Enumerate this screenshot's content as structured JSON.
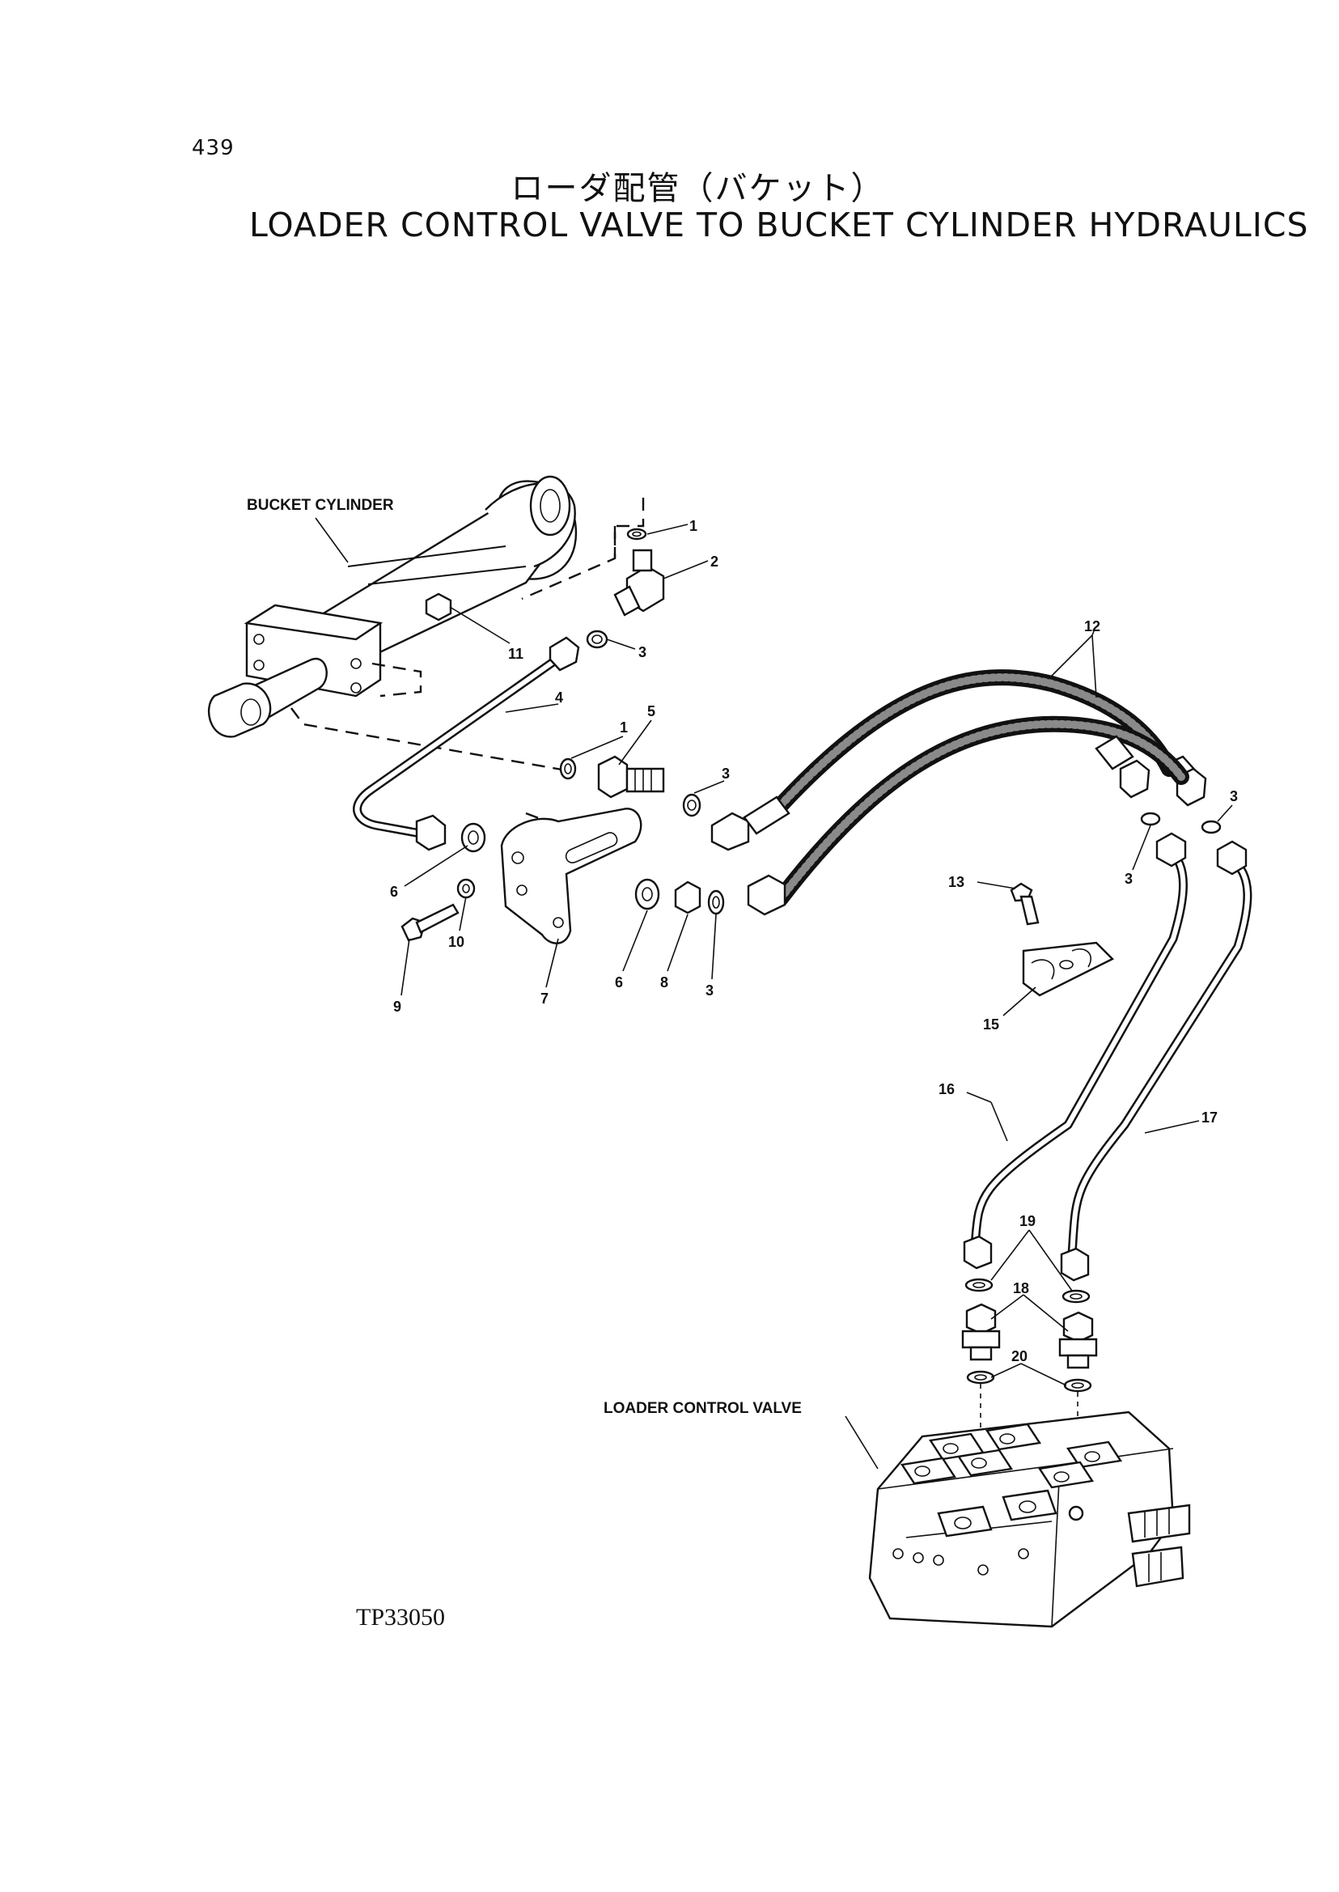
{
  "page_number": "439",
  "title_jp": "ローダ配管（バケット）",
  "title_en": "LOADER CONTROL VALVE TO BUCKET CYLINDER HYDRAULICS",
  "figure_code": "TP33050",
  "component_labels": {
    "bucket_cylinder": "BUCKET CYLINDER",
    "loader_control_valve": "LOADER CONTROL VALVE"
  },
  "callouts": {
    "c1a": "1",
    "c2": "2",
    "c3a": "3",
    "c11": "11",
    "c4": "4",
    "c12": "12",
    "c1b": "1",
    "c5": "5",
    "c3b": "3",
    "c3c": "3",
    "c3d": "3",
    "c6a": "6",
    "c13": "13",
    "c10": "10",
    "c9": "9",
    "c7": "7",
    "c6b": "6",
    "c8": "8",
    "c3e": "3",
    "c15": "15",
    "c16": "16",
    "c17": "17",
    "c19": "19",
    "c18": "18",
    "c20": "20"
  }
}
